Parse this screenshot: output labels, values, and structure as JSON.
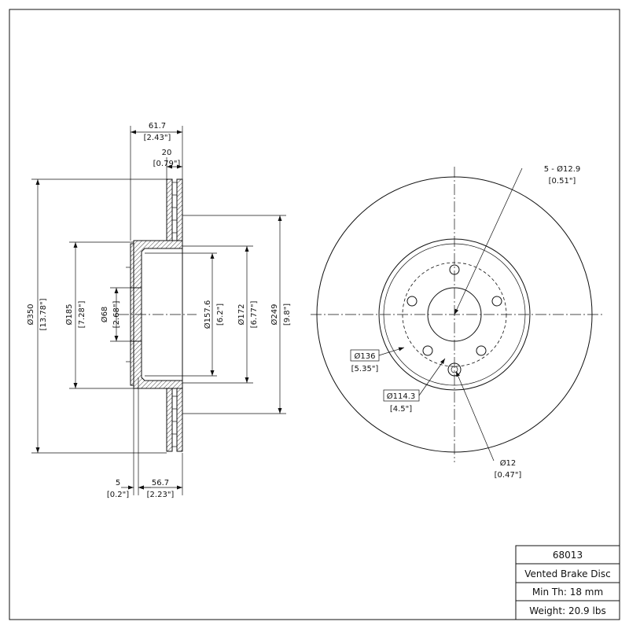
{
  "side_view": {
    "overall_width": {
      "mm": "61.7",
      "in": "[2.43\"]"
    },
    "rotor_thickness": {
      "mm": "20",
      "in": "[0.79\"]"
    },
    "outer_diameter": {
      "mm": "Ø350",
      "in": "[13.78\"]"
    },
    "hat_diameter": {
      "mm": "Ø185",
      "in": "[7.28\"]"
    },
    "center_bore": {
      "mm": "Ø68",
      "in": "[2.68\"]"
    },
    "inner_hat": {
      "mm": "Ø157.6",
      "in": "[6.2\"]"
    },
    "hat_outer": {
      "mm": "Ø172",
      "in": "[6.77\"]"
    },
    "friction_inner": {
      "mm": "Ø249",
      "in": "[9.8\"]"
    },
    "flange_thickness": {
      "mm": "5",
      "in": "[0.2\"]"
    },
    "hat_height": {
      "mm": "56.7",
      "in": "[2.23\"]"
    }
  },
  "front_view": {
    "bolt_holes": {
      "mm": "5 - Ø12.9",
      "in": "[0.51\"]"
    },
    "pcd_outer": {
      "mm": "Ø136",
      "in": "[5.35\"]"
    },
    "pcd_bolt": {
      "mm": "Ø114.3",
      "in": "[4.5\"]"
    },
    "locator_hole": {
      "mm": "Ø12",
      "in": "[0.47\"]"
    }
  },
  "title_block": {
    "part_number": "68013",
    "description": "Vented Brake Disc",
    "min_thickness": "Min Th: 18 mm",
    "weight": "Weight: 20.9 lbs"
  }
}
